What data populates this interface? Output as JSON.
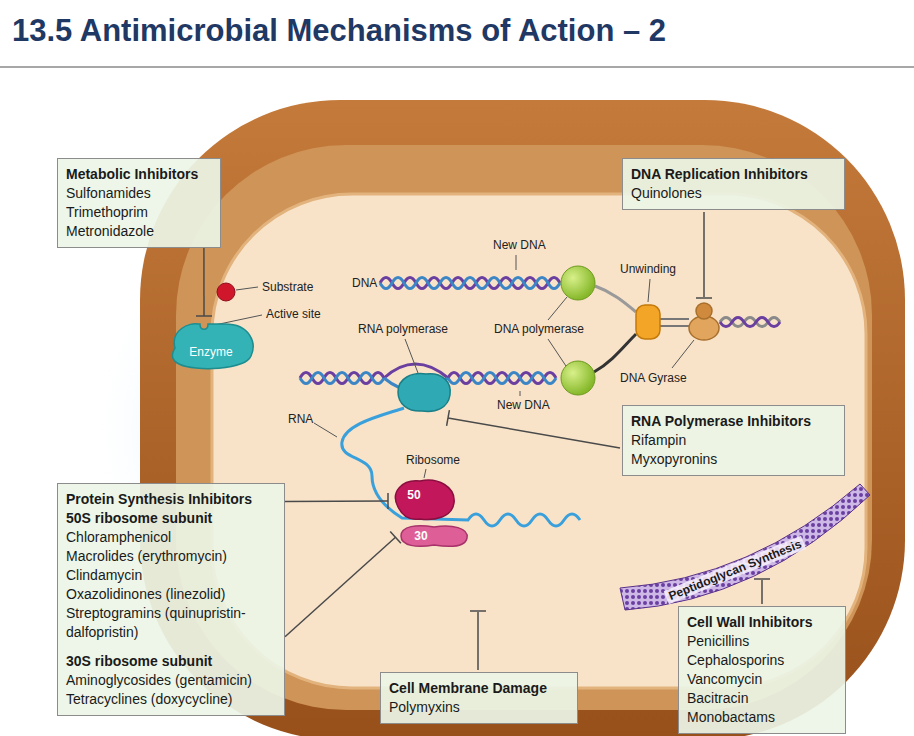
{
  "diagram": {
    "title": "13.5 Antimicrobial Mechanisms of Action – 2",
    "nodes": [
      {
        "text": [
          "Metabolic Inhibitors",
          "Sulfonamides",
          "Trimethoprim",
          "Metronidazole"
        ]
      },
      {
        "text": [
          "DNA Replication Inhibitors",
          "Quinolones"
        ]
      },
      {
        "text": [
          "Enzyme"
        ]
      },
      {
        "text": [
          "RNA Polymerase Inhibitors",
          "Rifampin",
          "Myxopyronins"
        ]
      },
      {
        "text": [
          "50"
        ]
      },
      {
        "text": [
          "30"
        ]
      },
      {
        "text": [
          "Protein Synthesis Inhibitors",
          "50S ribosome subunit",
          "Chloramphenicol",
          "Macrolides (erythromycin)",
          "Clindamycin",
          "Oxazolidinones (linezolid)",
          "Streptogramins (quinupristin-dalfopristin)",
          "30S ribosome subunit",
          "Aminoglycosides (gentamicin)",
          "Tetracyclines (doxycycline)"
        ]
      },
      {
        "text": [
          "Cell Membrane Damage",
          "Polymyxins"
        ]
      },
      {
        "text": [
          "Cell Wall Inhibitors",
          "Penicillins",
          "Cephalosporins",
          "Vancomycin",
          "Bacitracin",
          "Monobactams"
        ]
      }
    ],
    "edges": [
      {
        "from": 0,
        "to": 2,
        "arrow": "to"
      },
      {
        "from": 6,
        "to": 4,
        "arrow": "to"
      },
      {
        "from": 6,
        "to": 5,
        "arrow": "to"
      }
    ],
    "labels": [
      "Substrate",
      "Active site",
      "DNA",
      "New DNA",
      "Unwinding",
      "RNA polymerase",
      "DNA polymerase",
      "DNA Gyrase",
      "New DNA",
      "RNA",
      "Ribosome",
      "Peptidoglycan Synthesis"
    ]
  }
}
